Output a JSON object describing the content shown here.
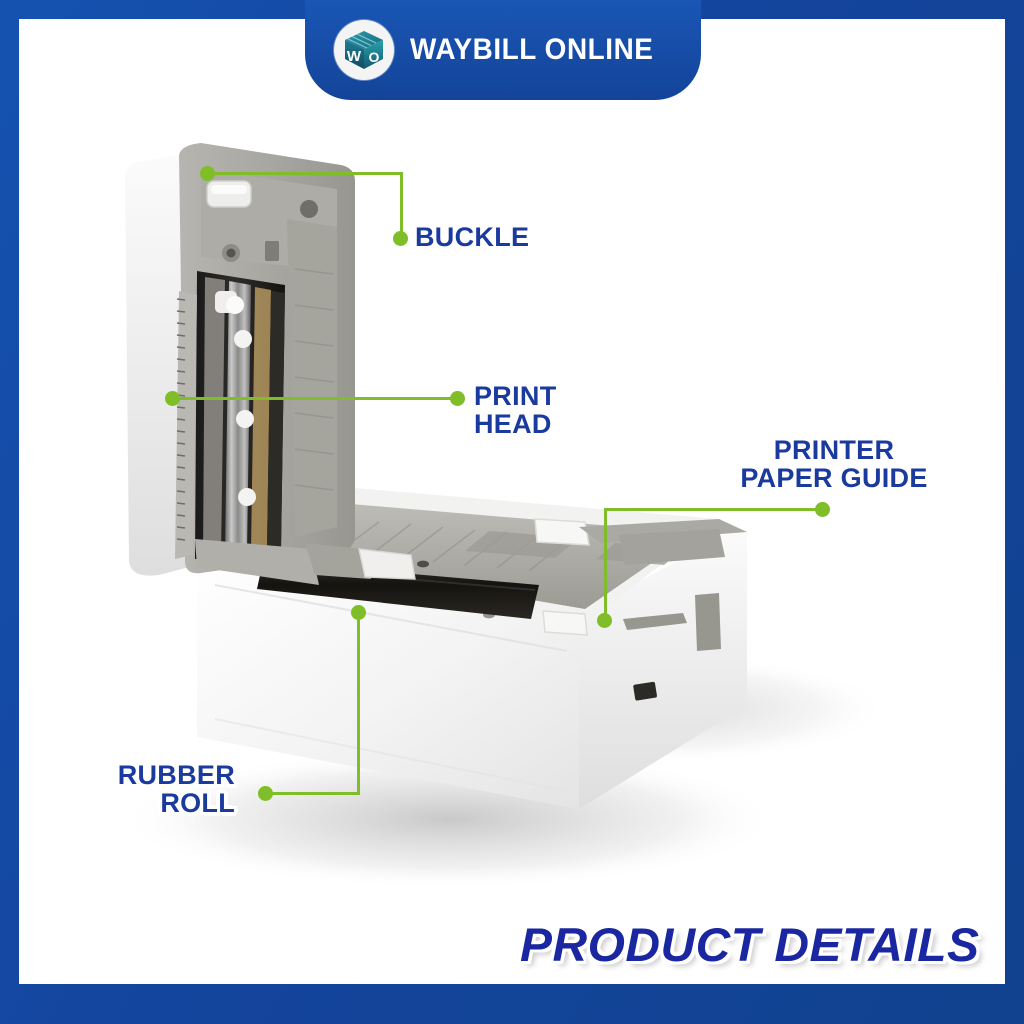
{
  "theme": {
    "frame_blue": "#1550AE",
    "header_blue": "#1A56B5",
    "callout_green": "#7FBE28",
    "label_blue": "#1A3A9E",
    "title_blue": "#1A27A0"
  },
  "header": {
    "brand_name": "WAYBILL ONLINE",
    "logo_icon": "waybill-online-package-logo",
    "logo_letters": "WO"
  },
  "product": {
    "name": "thermal-label-printer",
    "description": "Open thermal waybill label printer shown from the side with lid raised"
  },
  "callouts": [
    {
      "id": "buckle",
      "label": "BUCKLE",
      "lines": 1
    },
    {
      "id": "print-head",
      "label": "PRINT HEAD",
      "lines": 1
    },
    {
      "id": "printer-paper-guide",
      "label": "PRINTER\nPAPER GUIDE",
      "lines": 2
    },
    {
      "id": "rubber-roll",
      "label": "RUBBER\nROLL",
      "lines": 2
    }
  ],
  "footer": {
    "title": "PRODUCT DETAILS"
  }
}
